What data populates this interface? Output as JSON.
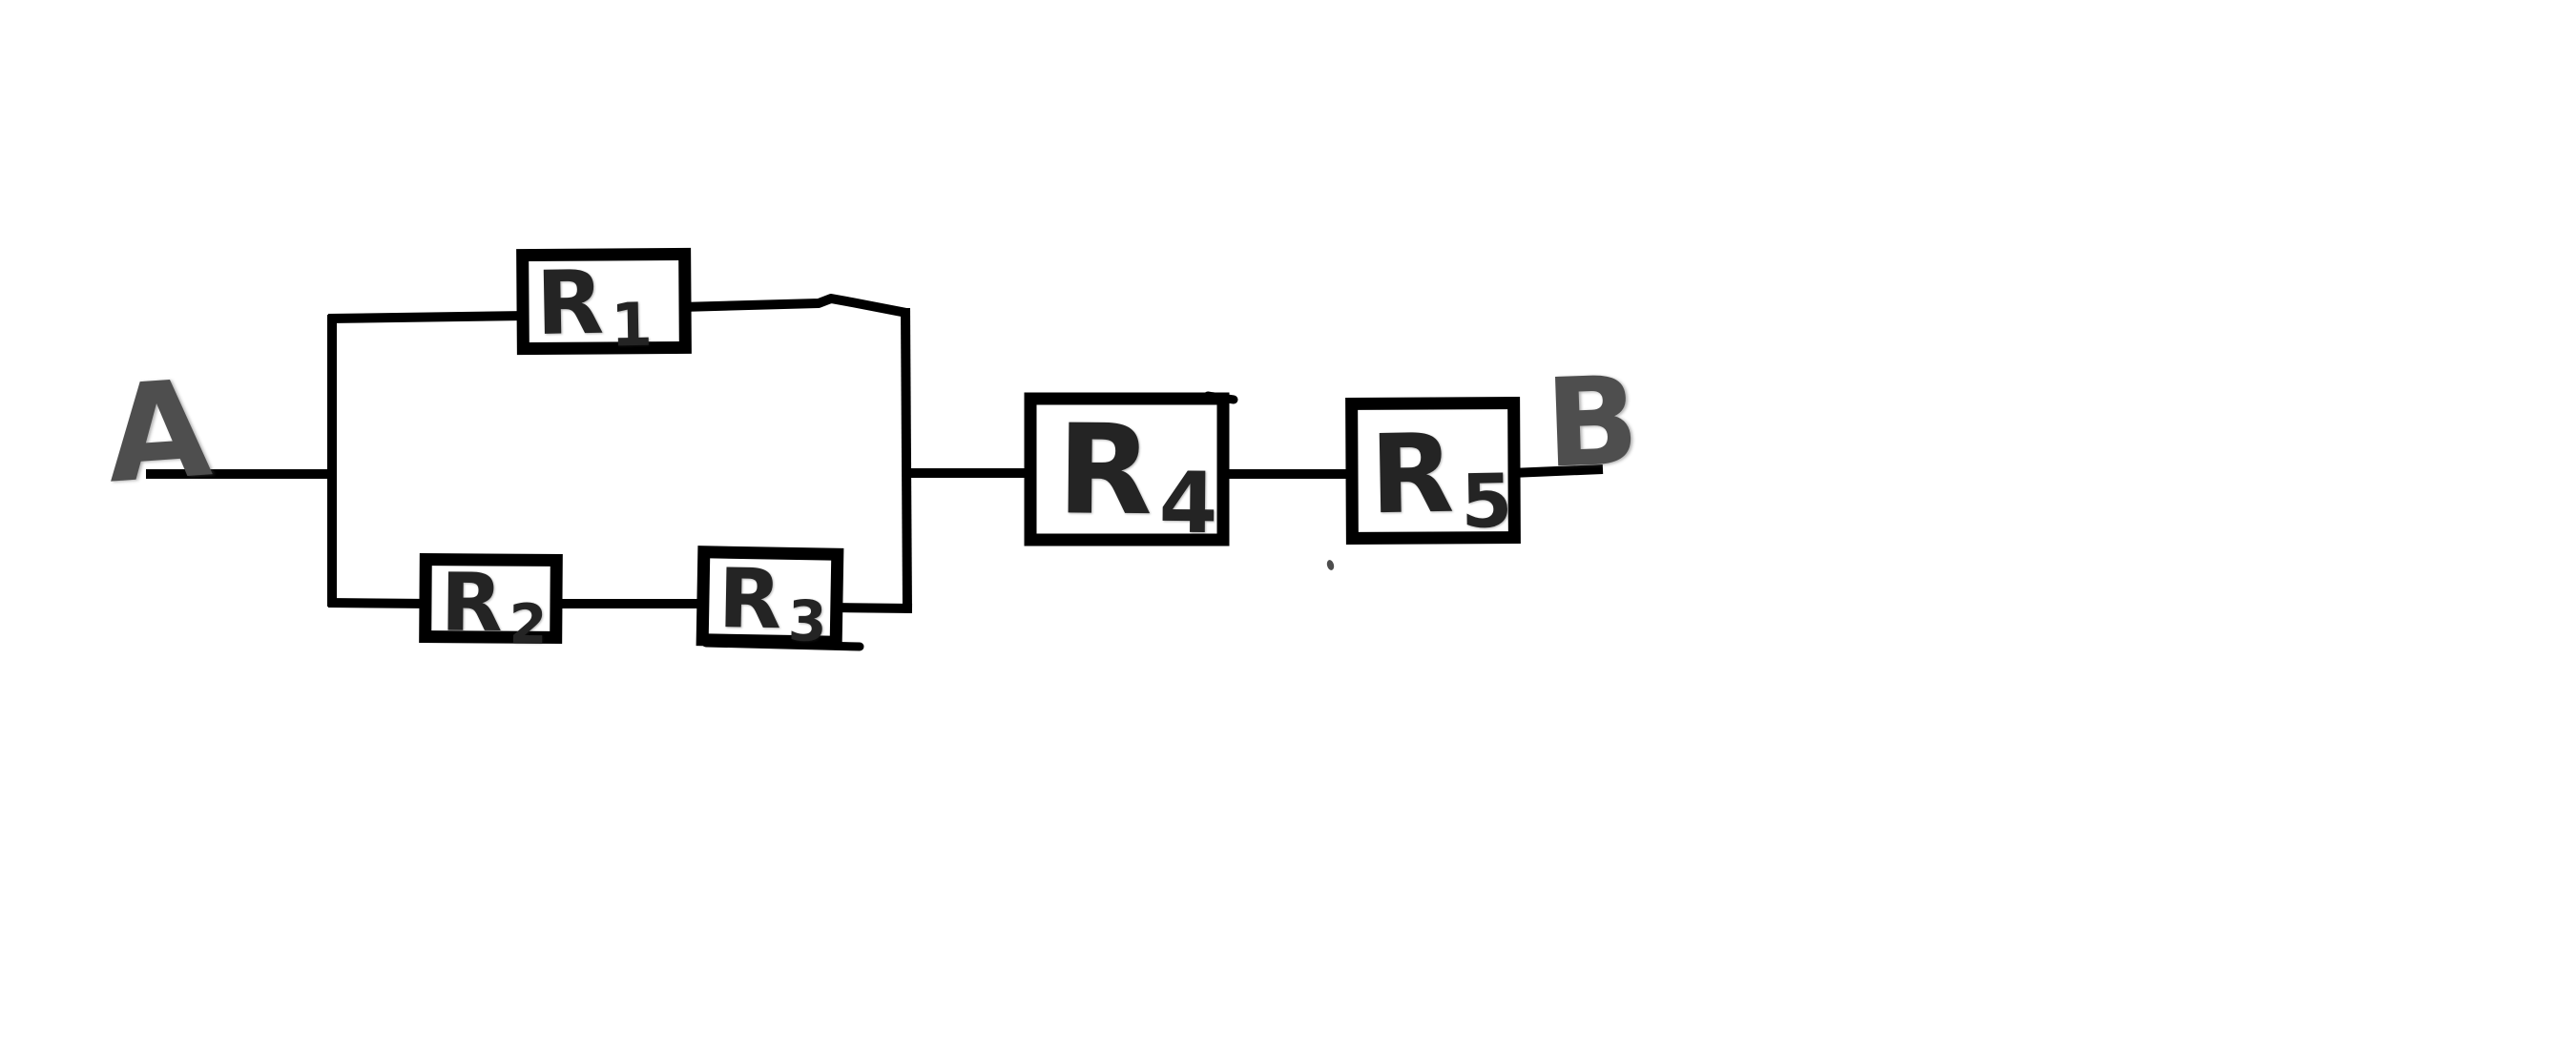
{
  "diagram": {
    "kind": "hand-drawn series-parallel resistor circuit sketch",
    "background_color": "#ffffff",
    "wire_color": "#000000",
    "box_stroke_color": "#000000",
    "terminal_label_color": "#4e4e4e",
    "component_label_color": "#242424",
    "terminals": [
      {
        "id": "A",
        "label": "A",
        "position": "left end of circuit"
      },
      {
        "id": "B",
        "label": "B",
        "position": "right end of circuit"
      }
    ],
    "components": [
      {
        "id": "R1",
        "letter": "R",
        "subscript": "1",
        "kind": "resistor-box",
        "location": "top branch of parallel section"
      },
      {
        "id": "R2",
        "letter": "R",
        "subscript": "2",
        "kind": "resistor-box",
        "location": "bottom branch of parallel section, first"
      },
      {
        "id": "R3",
        "letter": "R",
        "subscript": "3",
        "kind": "resistor-box",
        "location": "bottom branch of parallel section, second"
      },
      {
        "id": "R4",
        "letter": "R",
        "subscript": "4",
        "kind": "resistor-box",
        "location": "in series after the parallel section"
      },
      {
        "id": "R5",
        "letter": "R",
        "subscript": "5",
        "kind": "resistor-box",
        "location": "in series before terminal B"
      }
    ],
    "topology": "A — [ R1 parallel with (R2 — R3) ] — R4 — R5 — B"
  }
}
